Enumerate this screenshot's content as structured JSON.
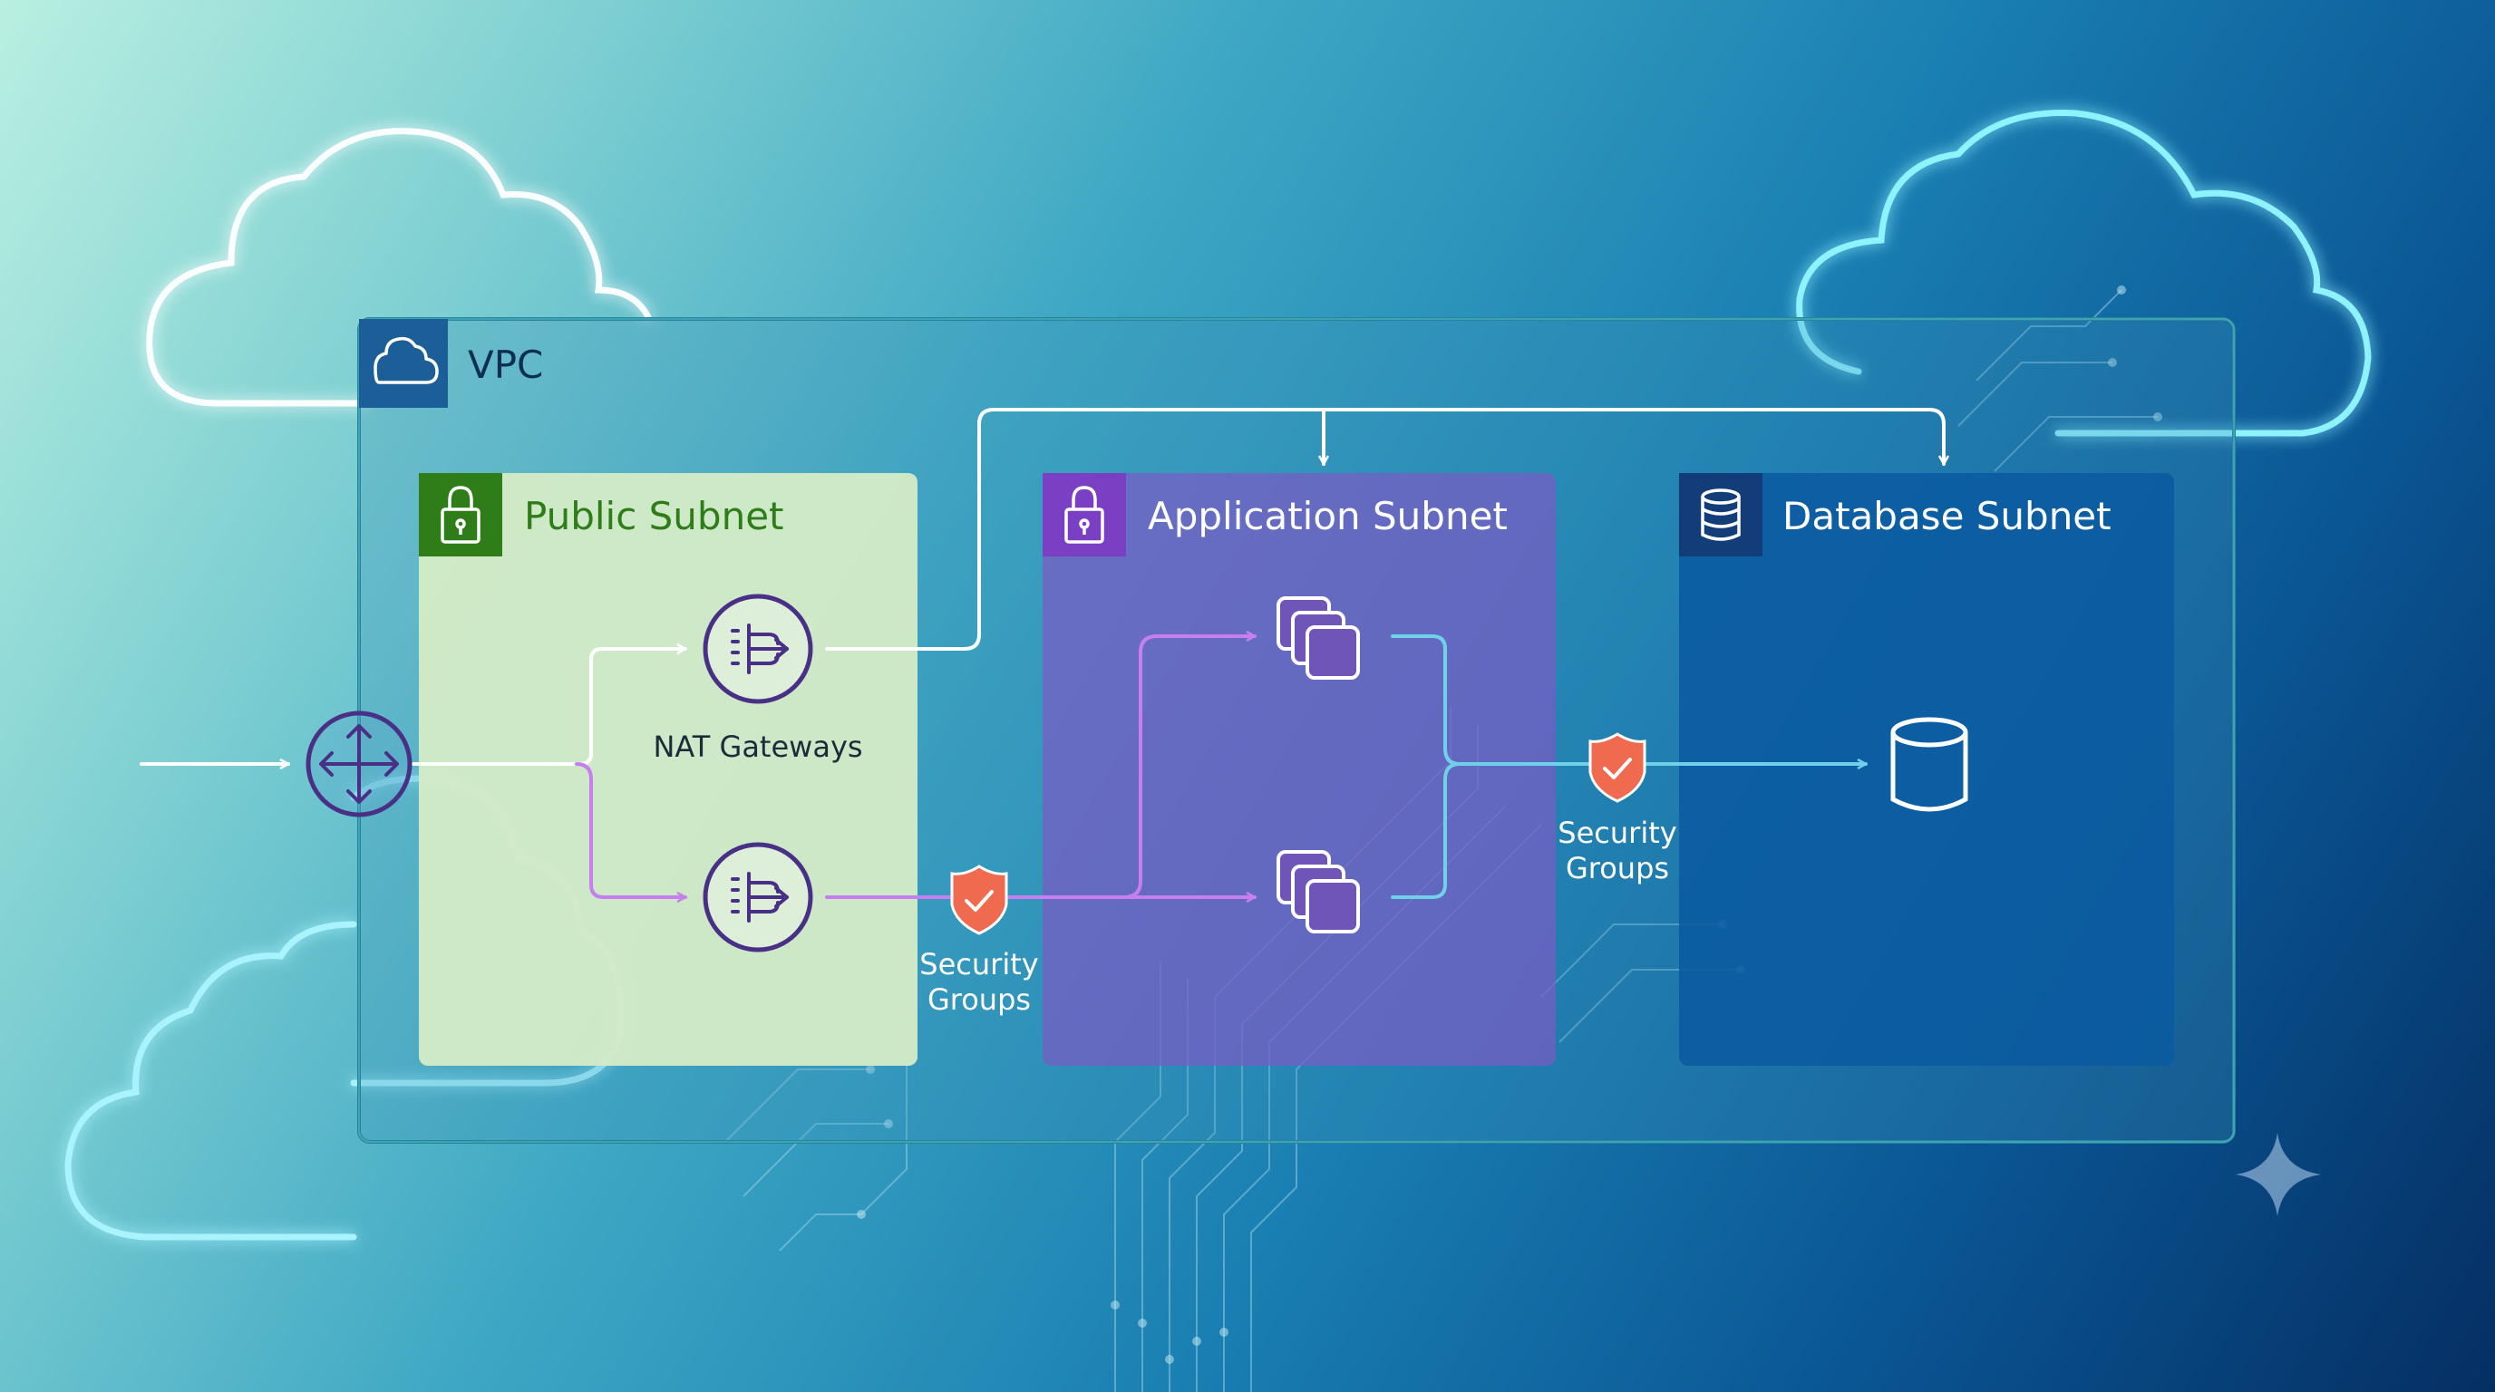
{
  "vpc": {
    "title": "VPC",
    "icon": "cloud-icon"
  },
  "subnets": {
    "public": {
      "title": "Public Subnet",
      "icon": "lock-icon",
      "color": "#2e7d18"
    },
    "application": {
      "title": "Application Subnet",
      "icon": "lock-icon",
      "color": "#7b3fc4"
    },
    "database": {
      "title": "Database Subnet",
      "icon": "database-icon",
      "color": "#0d3f7a"
    }
  },
  "nodes": {
    "router": {
      "icon": "router-icon"
    },
    "nat_gateways": {
      "label": "NAT Gateways",
      "icon": "nat-gateway-icon"
    },
    "app_instances": {
      "icon": "instances-icon"
    },
    "database": {
      "icon": "database-cylinder-icon"
    }
  },
  "security_groups": [
    {
      "line1": "Security",
      "line2": "Groups",
      "icon": "shield-check-icon"
    },
    {
      "line1": "Security",
      "line2": "Groups",
      "icon": "shield-check-icon"
    }
  ],
  "colors": {
    "flow_white": "#ffffff",
    "flow_purple": "#c77ef0",
    "flow_cyan": "#6fd0e8",
    "shield": "#f06a4f",
    "node_stroke": "#4a2f86"
  }
}
